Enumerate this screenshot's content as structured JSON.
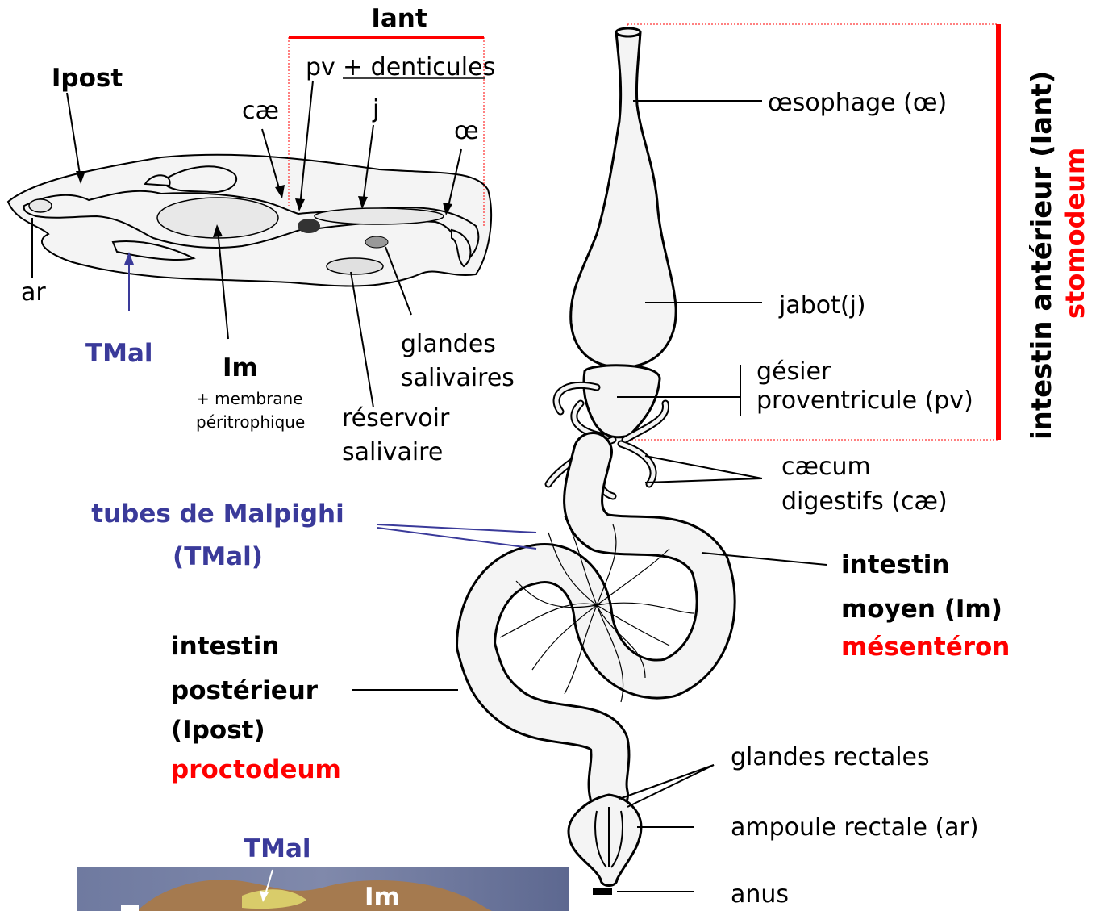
{
  "colors": {
    "blue_label": "#3a3a9a",
    "red_label": "#ff0000",
    "bracket": "#ff0000"
  },
  "section_diagram": {
    "iant": "Iant",
    "ipost": "Ipost",
    "pv_label": "pv",
    "denticules": "+ denticules",
    "cae": "cæ",
    "j": "j",
    "oe": "œ",
    "ar": "ar",
    "tmal": "TMal",
    "im": "Im",
    "membrane_1": "+ membrane",
    "membrane_2": "péritrophique",
    "glandes_1": "glandes",
    "glandes_2": "salivaires",
    "reservoir_1": "réservoir",
    "reservoir_2": "salivaire"
  },
  "main_labels": {
    "oesophage": "œsophage (œ)",
    "jabot": "jabot(j)",
    "gesier": "gésier",
    "proventricule": "proventricule (pv)",
    "caecum_1": "cæcum",
    "caecum_2": "digestifs (cæ)",
    "intestin_moyen_1": "intestin",
    "intestin_moyen_2": "moyen (Im)",
    "mesenteron": "mésentéron",
    "tubes_1": "tubes de Malpighi",
    "tubes_2": "(TMal)",
    "intestin_post_1": "intestin",
    "intestin_post_2": "postérieur",
    "intestin_post_3": "(Ipost)",
    "proctodeum": "proctodeum",
    "glandes_rectales": "glandes rectales",
    "ampoule": "ampoule rectale (ar)",
    "anus": "anus",
    "intestin_anterieur": "intestin antérieur (Iant)",
    "stomodeum": "stomodeum"
  },
  "photo": {
    "tmal": "TMal",
    "im": "Im"
  }
}
